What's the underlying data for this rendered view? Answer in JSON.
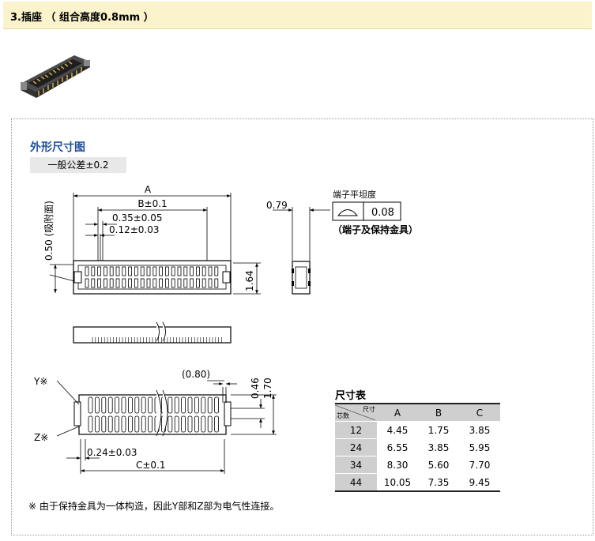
{
  "header": {
    "title": "3.插座 （ 组合高度0.8mm ）"
  },
  "drawing": {
    "title": "外形尺寸图",
    "tolerance": "一般公差±0.2",
    "dim_A": "A",
    "dim_B": "B±0.1",
    "dim_035": "0.35±0.05",
    "dim_012": "0.12±0.03",
    "dim_050": "0.50 (吸附面)",
    "dim_164": "1.64",
    "dim_079": "0.79",
    "flatness_title": "端子平坦度",
    "flatness_value": "0.08",
    "flatness_note": "（端子及保持金具）",
    "label_y": "Y※",
    "label_z": "Z※",
    "dim_080": "(0.80)",
    "dim_046": "0.46",
    "dim_170": "1.70",
    "dim_024": "0.24±0.03",
    "dim_C": "C±0.1"
  },
  "size_table": {
    "title": "尺寸表",
    "corner_top": "尺寸",
    "corner_bottom": "芯数",
    "columns": [
      "A",
      "B",
      "C"
    ],
    "rows": [
      {
        "cores": "12",
        "A": "4.45",
        "B": "1.75",
        "C": "3.85"
      },
      {
        "cores": "24",
        "A": "6.55",
        "B": "3.85",
        "C": "5.95"
      },
      {
        "cores": "34",
        "A": "8.30",
        "B": "5.60",
        "C": "7.70"
      },
      {
        "cores": "44",
        "A": "10.05",
        "B": "7.35",
        "C": "9.45"
      }
    ]
  },
  "footnote": "※ 由于保持金具为一体构造，因此Y部和Z部为电气性连接。"
}
